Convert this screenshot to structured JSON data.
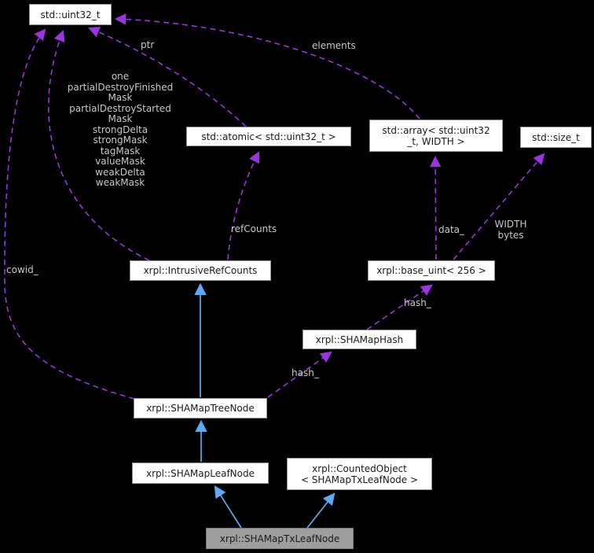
{
  "nodes": {
    "uint32_t": {
      "label": "std::uint32_t"
    },
    "atomic": {
      "label": "std::atomic< std::uint32_t >"
    },
    "array": {
      "label": "std::array< std::uint32\n_t, WIDTH >"
    },
    "size_t": {
      "label": "std::size_t"
    },
    "intrusive": {
      "label": "xrpl::IntrusiveRefCounts"
    },
    "base_uint": {
      "label": "xrpl::base_uint< 256 >"
    },
    "shamap_hash": {
      "label": "xrpl::SHAMapHash"
    },
    "tree_node": {
      "label": "xrpl::SHAMapTreeNode"
    },
    "leaf_node": {
      "label": "xrpl::SHAMapLeafNode"
    },
    "counted_object": {
      "label": "xrpl::CountedObject\n< SHAMapTxLeafNode >"
    },
    "tx_leaf_node": {
      "label": "xrpl::SHAMapTxLeafNode"
    }
  },
  "edge_labels": {
    "ptr": "ptr",
    "elements": "elements",
    "masks": "one\npartialDestroyFinished\nMask\npartialDestroyStarted\nMask\nstrongDelta\nstrongMask\ntagMask\nvalueMask\nweakDelta\nweakMask",
    "refcounts": "refCounts",
    "cowid": "cowid_",
    "data": "data_",
    "width_bytes": "WIDTH\nbytes",
    "hash_upper": "hash_",
    "hash_lower": "hash_"
  },
  "colors": {
    "background": "#000000",
    "edge_usage": "#9a34e0",
    "edge_inheritance": "#5cabf2",
    "label_text": "#c9c9c9",
    "node_fill": "#ffffff",
    "node_border": "#959595",
    "node_text": "#1a1a1a",
    "highlight_fill": "#9e9e9e",
    "highlight_border": "#7a7a7a"
  }
}
